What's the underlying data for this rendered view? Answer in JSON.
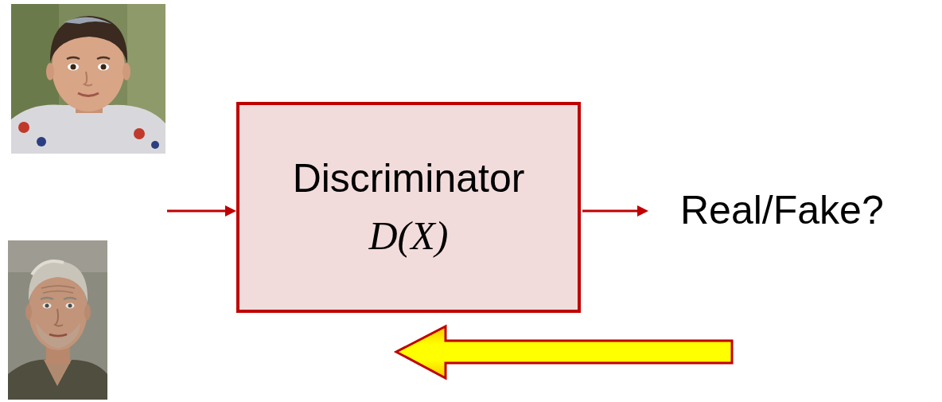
{
  "diagram": {
    "nodes": [
      {
        "text": [
          "Discriminator",
          "D(X)"
        ]
      }
    ],
    "labels": [
      "Real/Fake?"
    ]
  }
}
